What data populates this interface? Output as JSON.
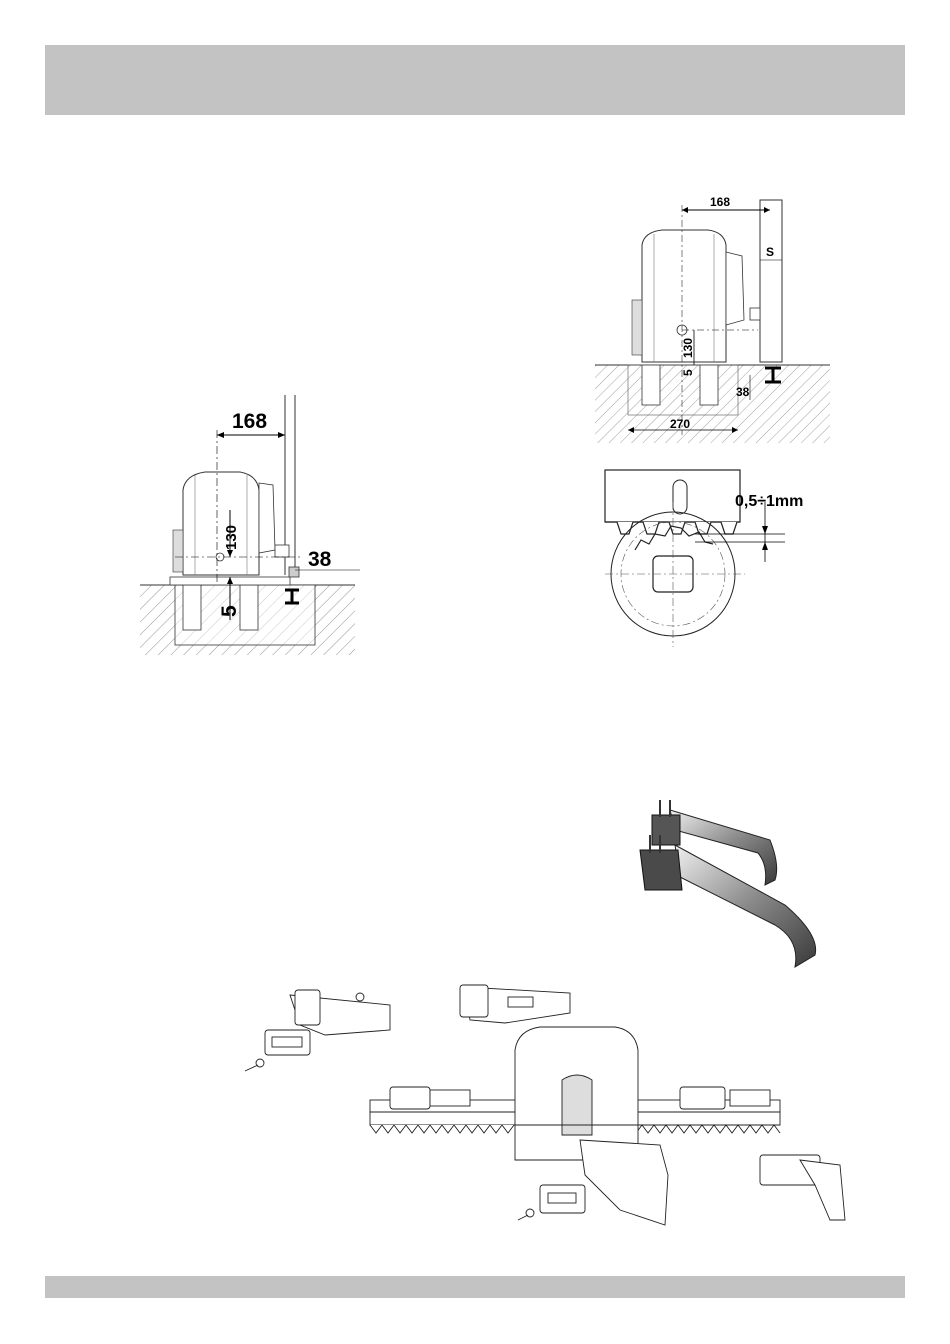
{
  "figure_left": {
    "dim_horizontal": "168",
    "dim_vertical": "130",
    "dim_right": "38",
    "dim_bottom": "5"
  },
  "figure_right_top": {
    "dim_horizontal": "168",
    "dim_s": "S",
    "dim_vertical": "130",
    "dim_small": "5",
    "dim_right": "38",
    "dim_base": "270"
  },
  "figure_gear": {
    "clearance": "0,5÷1mm"
  }
}
